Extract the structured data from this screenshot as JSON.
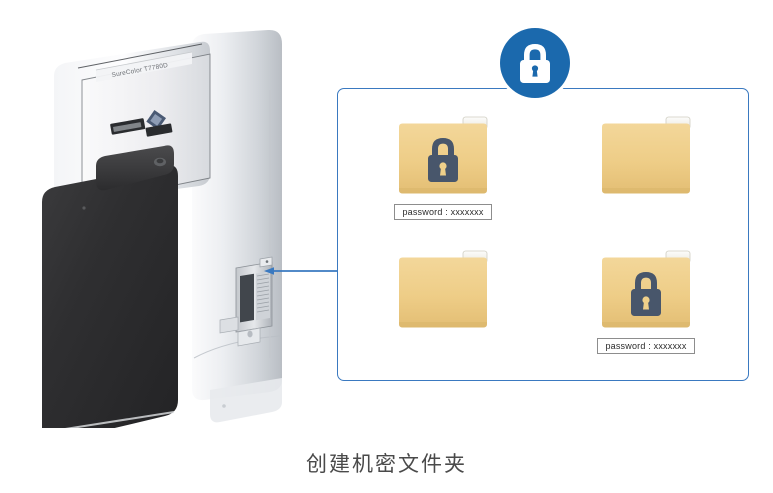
{
  "caption": "创建机密文件夹",
  "badge": {
    "icon": "padlock-icon",
    "color": "#1b69ad"
  },
  "printer": {
    "model_label": "SureColor T7780D",
    "badge_label_1": "",
    "badge_label_2": "",
    "slot_name": "hard-disk-slot"
  },
  "connector": {
    "arrow_direction": "left",
    "color": "#3a79c0"
  },
  "panel": {
    "border_color": "#3a79c0",
    "folder_color": "#efd08a",
    "lock_color": "#48566b",
    "folders": [
      {
        "id": "folder-1",
        "locked": true,
        "password_label": "password : xxxxxxx"
      },
      {
        "id": "folder-2",
        "locked": false,
        "password_label": ""
      },
      {
        "id": "folder-3",
        "locked": false,
        "password_label": ""
      },
      {
        "id": "folder-4",
        "locked": true,
        "password_label": "password : xxxxxxx"
      }
    ]
  }
}
